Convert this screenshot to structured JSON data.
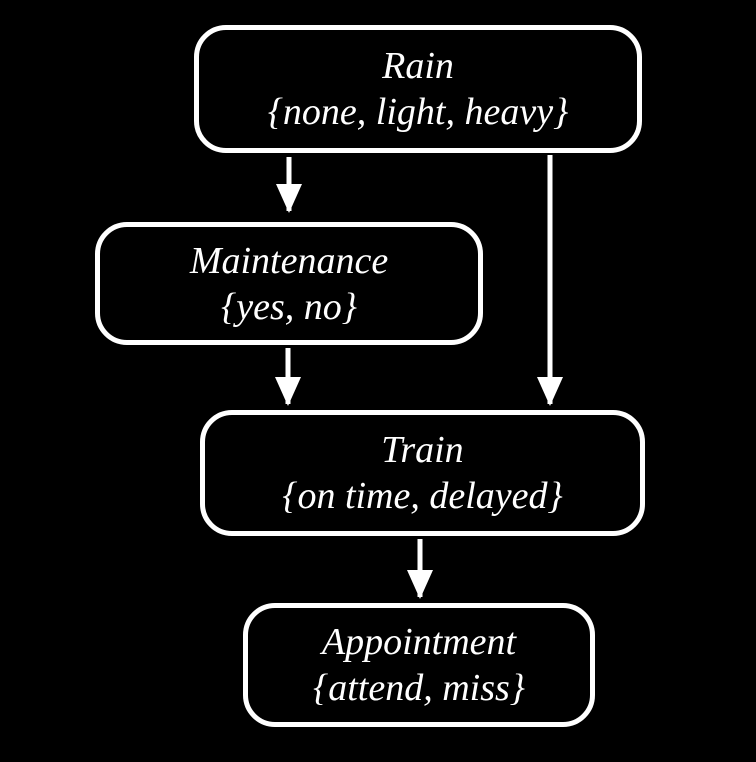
{
  "diagram": {
    "type": "bayesian-network",
    "background_color": "#000000",
    "stroke_color": "#ffffff",
    "text_color": "#ffffff",
    "nodes": [
      {
        "id": "rain",
        "title": "Rain",
        "values": "{none, light, heavy}"
      },
      {
        "id": "maintenance",
        "title": "Maintenance",
        "values": "{yes, no}"
      },
      {
        "id": "train",
        "title": "Train",
        "values": "{on time, delayed}"
      },
      {
        "id": "appointment",
        "title": "Appointment",
        "values": "{attend, miss}"
      }
    ],
    "edges": [
      {
        "from": "Rain",
        "to": "Maintenance"
      },
      {
        "from": "Rain",
        "to": "Train"
      },
      {
        "from": "Maintenance",
        "to": "Train"
      },
      {
        "from": "Train",
        "to": "Appointment"
      }
    ]
  }
}
